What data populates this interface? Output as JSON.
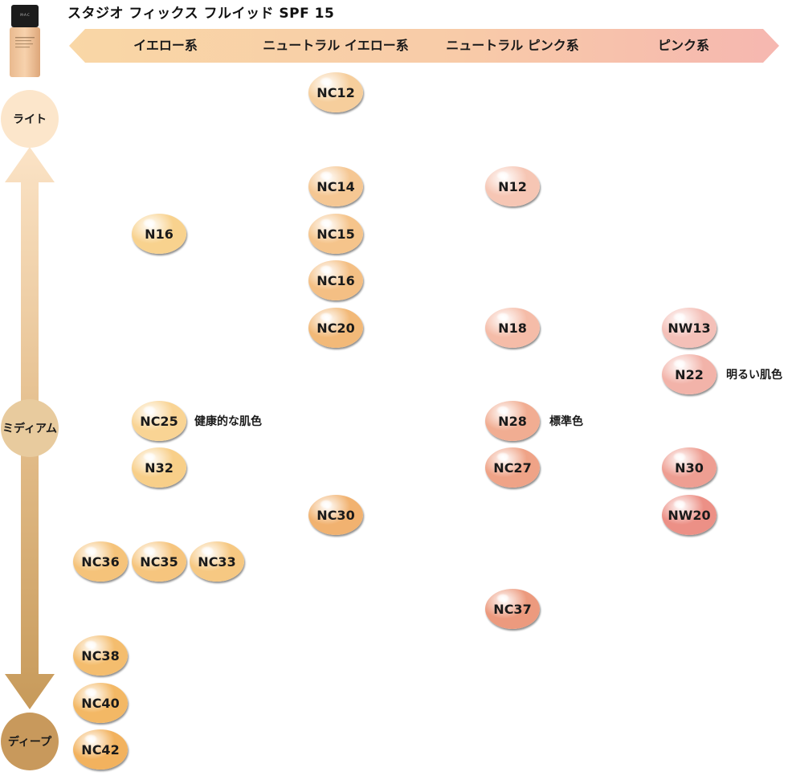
{
  "title": "スタジオ フィックス フルイッド SPF 15",
  "bottle": {
    "brand_text": "M·A·C"
  },
  "header": {
    "columns": [
      "イエロー系",
      "ニュートラル イエロー系",
      "ニュートラル ピンク系",
      "ピンク系"
    ]
  },
  "levels": [
    "ライト",
    "ミディアム",
    "ディープ"
  ],
  "chips": [
    {
      "label": "NC12",
      "color": "#F6CE9C"
    },
    {
      "label": "NC14",
      "color": "#F5C793"
    },
    {
      "label": "N12",
      "color": "#F6C6B4"
    },
    {
      "label": "N16",
      "color": "#F8D28E"
    },
    {
      "label": "NC15",
      "color": "#F5C48B"
    },
    {
      "label": "NC16",
      "color": "#F4BF84"
    },
    {
      "label": "NC20",
      "color": "#F2B978"
    },
    {
      "label": "N18",
      "color": "#F5BCA8"
    },
    {
      "label": "NW13",
      "color": "#F4C0B8"
    },
    {
      "label": "N22",
      "color": "#F2B3A9"
    },
    {
      "label": "NC25",
      "color": "#F9D494"
    },
    {
      "label": "N28",
      "color": "#F1AD92"
    },
    {
      "label": "N32",
      "color": "#F8CF89"
    },
    {
      "label": "NC27",
      "color": "#EFA387"
    },
    {
      "label": "N30",
      "color": "#EE9E92"
    },
    {
      "label": "NC30",
      "color": "#F1B270"
    },
    {
      "label": "NW20",
      "color": "#EC9086"
    },
    {
      "label": "NC36",
      "color": "#F5C37A"
    },
    {
      "label": "NC35",
      "color": "#F6C57E"
    },
    {
      "label": "NC33",
      "color": "#F6C882"
    },
    {
      "label": "NC37",
      "color": "#EC9A7E"
    },
    {
      "label": "NC38",
      "color": "#F4BD6E"
    },
    {
      "label": "NC40",
      "color": "#F3B865"
    },
    {
      "label": "NC42",
      "color": "#F2B25E"
    }
  ],
  "notes": [
    "明るい肌色",
    "健康的な肌色",
    "標準色"
  ],
  "colors": {
    "header_left": "#F9D7A6",
    "header_right": "#F6B7B0",
    "arrow_top": "#FBE3C6",
    "arrow_bottom": "#C79A5A"
  }
}
